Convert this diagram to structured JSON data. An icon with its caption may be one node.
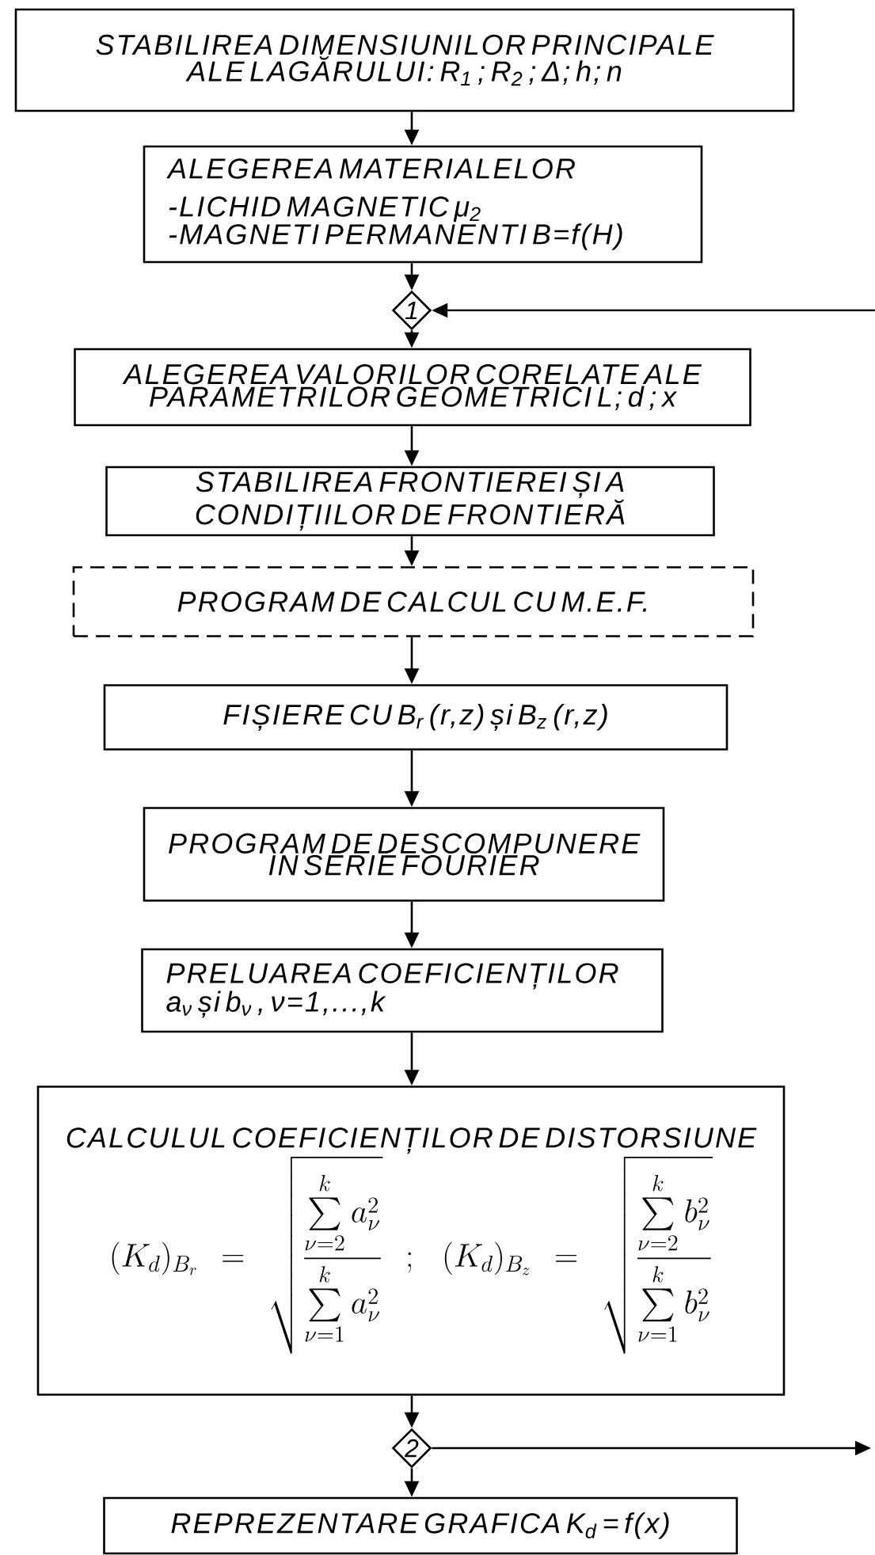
{
  "diagram": {
    "nodes": [
      {
        "text": [
          "STABILIREA DIMENSIUNILOR PRINCIPALE ALE LAGĂRULUI: R$_{1}$ ; R$_{2}$ ; Δ; h; n"
        ]
      },
      {
        "text": [
          "ALEGEREA MATERIALELOR",
          "-LICHID MAGNETIC μ$_{2}$",
          "-MAGNETI PERMANENTI B=f(H)"
        ]
      },
      {
        "text": [
          "1"
        ]
      },
      {
        "text": [
          "ALEGEREA VALORILOR CORELATE ALE PARAMETRILOR GEOMETRICI L; d ; x"
        ]
      },
      {
        "text": [
          "STABILIREA FRONTIEREI ȘI A CONDIȚIILOR DE FRONTIERĂ"
        ]
      },
      {
        "text": [
          "PROGRAM DE CALCUL CU M.E.F."
        ]
      },
      {
        "text": [
          "FIȘIERE CU B$_{r}$ (r,z) și B$_{z}$ (r,z)"
        ]
      },
      {
        "text": [
          "PROGRAM DE DESCOMPUNERE IN SERIE FOURIER"
        ]
      },
      {
        "text": [
          "PRELUAREA COEFICIENȚILOR a$_{ν}$ și b$_{ν}$ , ν=1,...,k"
        ]
      },
      {
        "text": [
          "CALCULUL COEFICIENȚILOR DE DISTORSIUNE",
          "(K_d)_{B_r}=\\sqrt{\\frac{\\sum\\limits_{\\nu=2}^{k} a_{\\nu}^{2}}{\\sum\\limits_{\\nu=1}^{k} a_{\\nu}^{2}}}\\;;\\;(K_d)_{B_z}=\\sqrt{\\frac{\\sum\\limits_{\\nu=2}^{k} b_{\\nu}^{2}}{\\sum\\limits_{\\nu=1}^{k} b_{\\nu}^{2}}}"
        ]
      },
      {
        "text": [
          "2"
        ]
      },
      {
        "text": [
          "REPREZENTARE GRAFICA K$_{d}$ = f(x)"
        ]
      }
    ],
    "edges": [
      {
        "from": 0,
        "to": 1,
        "arrow": "to"
      },
      {
        "from": 1,
        "to": 2,
        "arrow": "to"
      },
      {
        "from": null,
        "to": 2,
        "arrow": "to"
      },
      {
        "from": 2,
        "to": 3,
        "arrow": "to"
      },
      {
        "from": 3,
        "to": 4,
        "arrow": "to"
      },
      {
        "from": 4,
        "to": 5,
        "arrow": "to"
      },
      {
        "from": 5,
        "to": 6,
        "arrow": "to"
      },
      {
        "from": 6,
        "to": 7,
        "arrow": "to"
      },
      {
        "from": 7,
        "to": 8,
        "arrow": "to"
      },
      {
        "from": 8,
        "to": 9,
        "arrow": "to"
      },
      {
        "from": 9,
        "to": 10,
        "arrow": "to"
      },
      {
        "from": 10,
        "to": 11,
        "arrow": "to"
      },
      {
        "from": 10,
        "to": null,
        "arrow": "to"
      }
    ]
  }
}
